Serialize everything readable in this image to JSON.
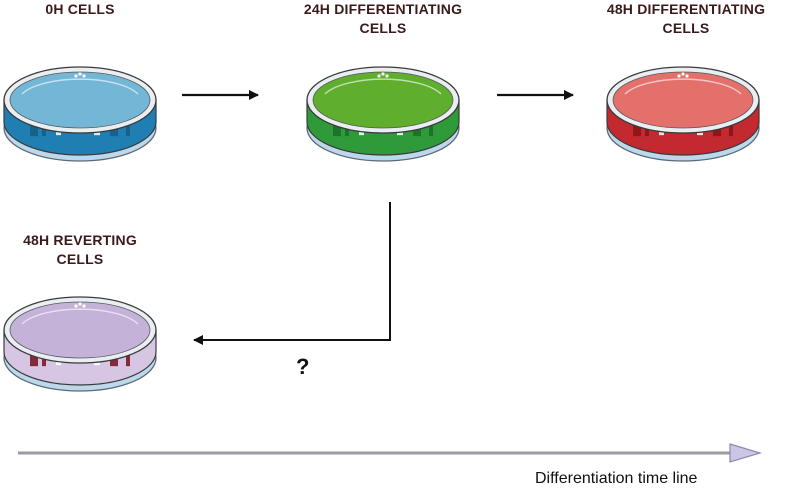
{
  "dishes": [
    {
      "id": "0h",
      "label_lines": [
        "0H CELLS"
      ],
      "fill": "#74b6d6",
      "band": "#1f7fb3",
      "band_dark": "#175e86"
    },
    {
      "id": "24h",
      "label_lines": [
        "24H DIFFERENTIATING",
        "CELLS"
      ],
      "fill": "#5fae2e",
      "band": "#2f9a3a",
      "band_dark": "#1d6e28"
    },
    {
      "id": "48h-diff",
      "label_lines": [
        "48H DIFFERENTIATING",
        "CELLS"
      ],
      "fill": "#e4706b",
      "band": "#c22a30",
      "band_dark": "#8c1419"
    },
    {
      "id": "48h-rev",
      "label_lines": [
        "48H REVERTING",
        "CELLS"
      ],
      "fill": "#c4b2d8",
      "band": "#d7c6e3",
      "band_dark": "#7a1a22"
    }
  ],
  "question_mark": "?",
  "timeline": {
    "label": "Differentiation time line"
  }
}
